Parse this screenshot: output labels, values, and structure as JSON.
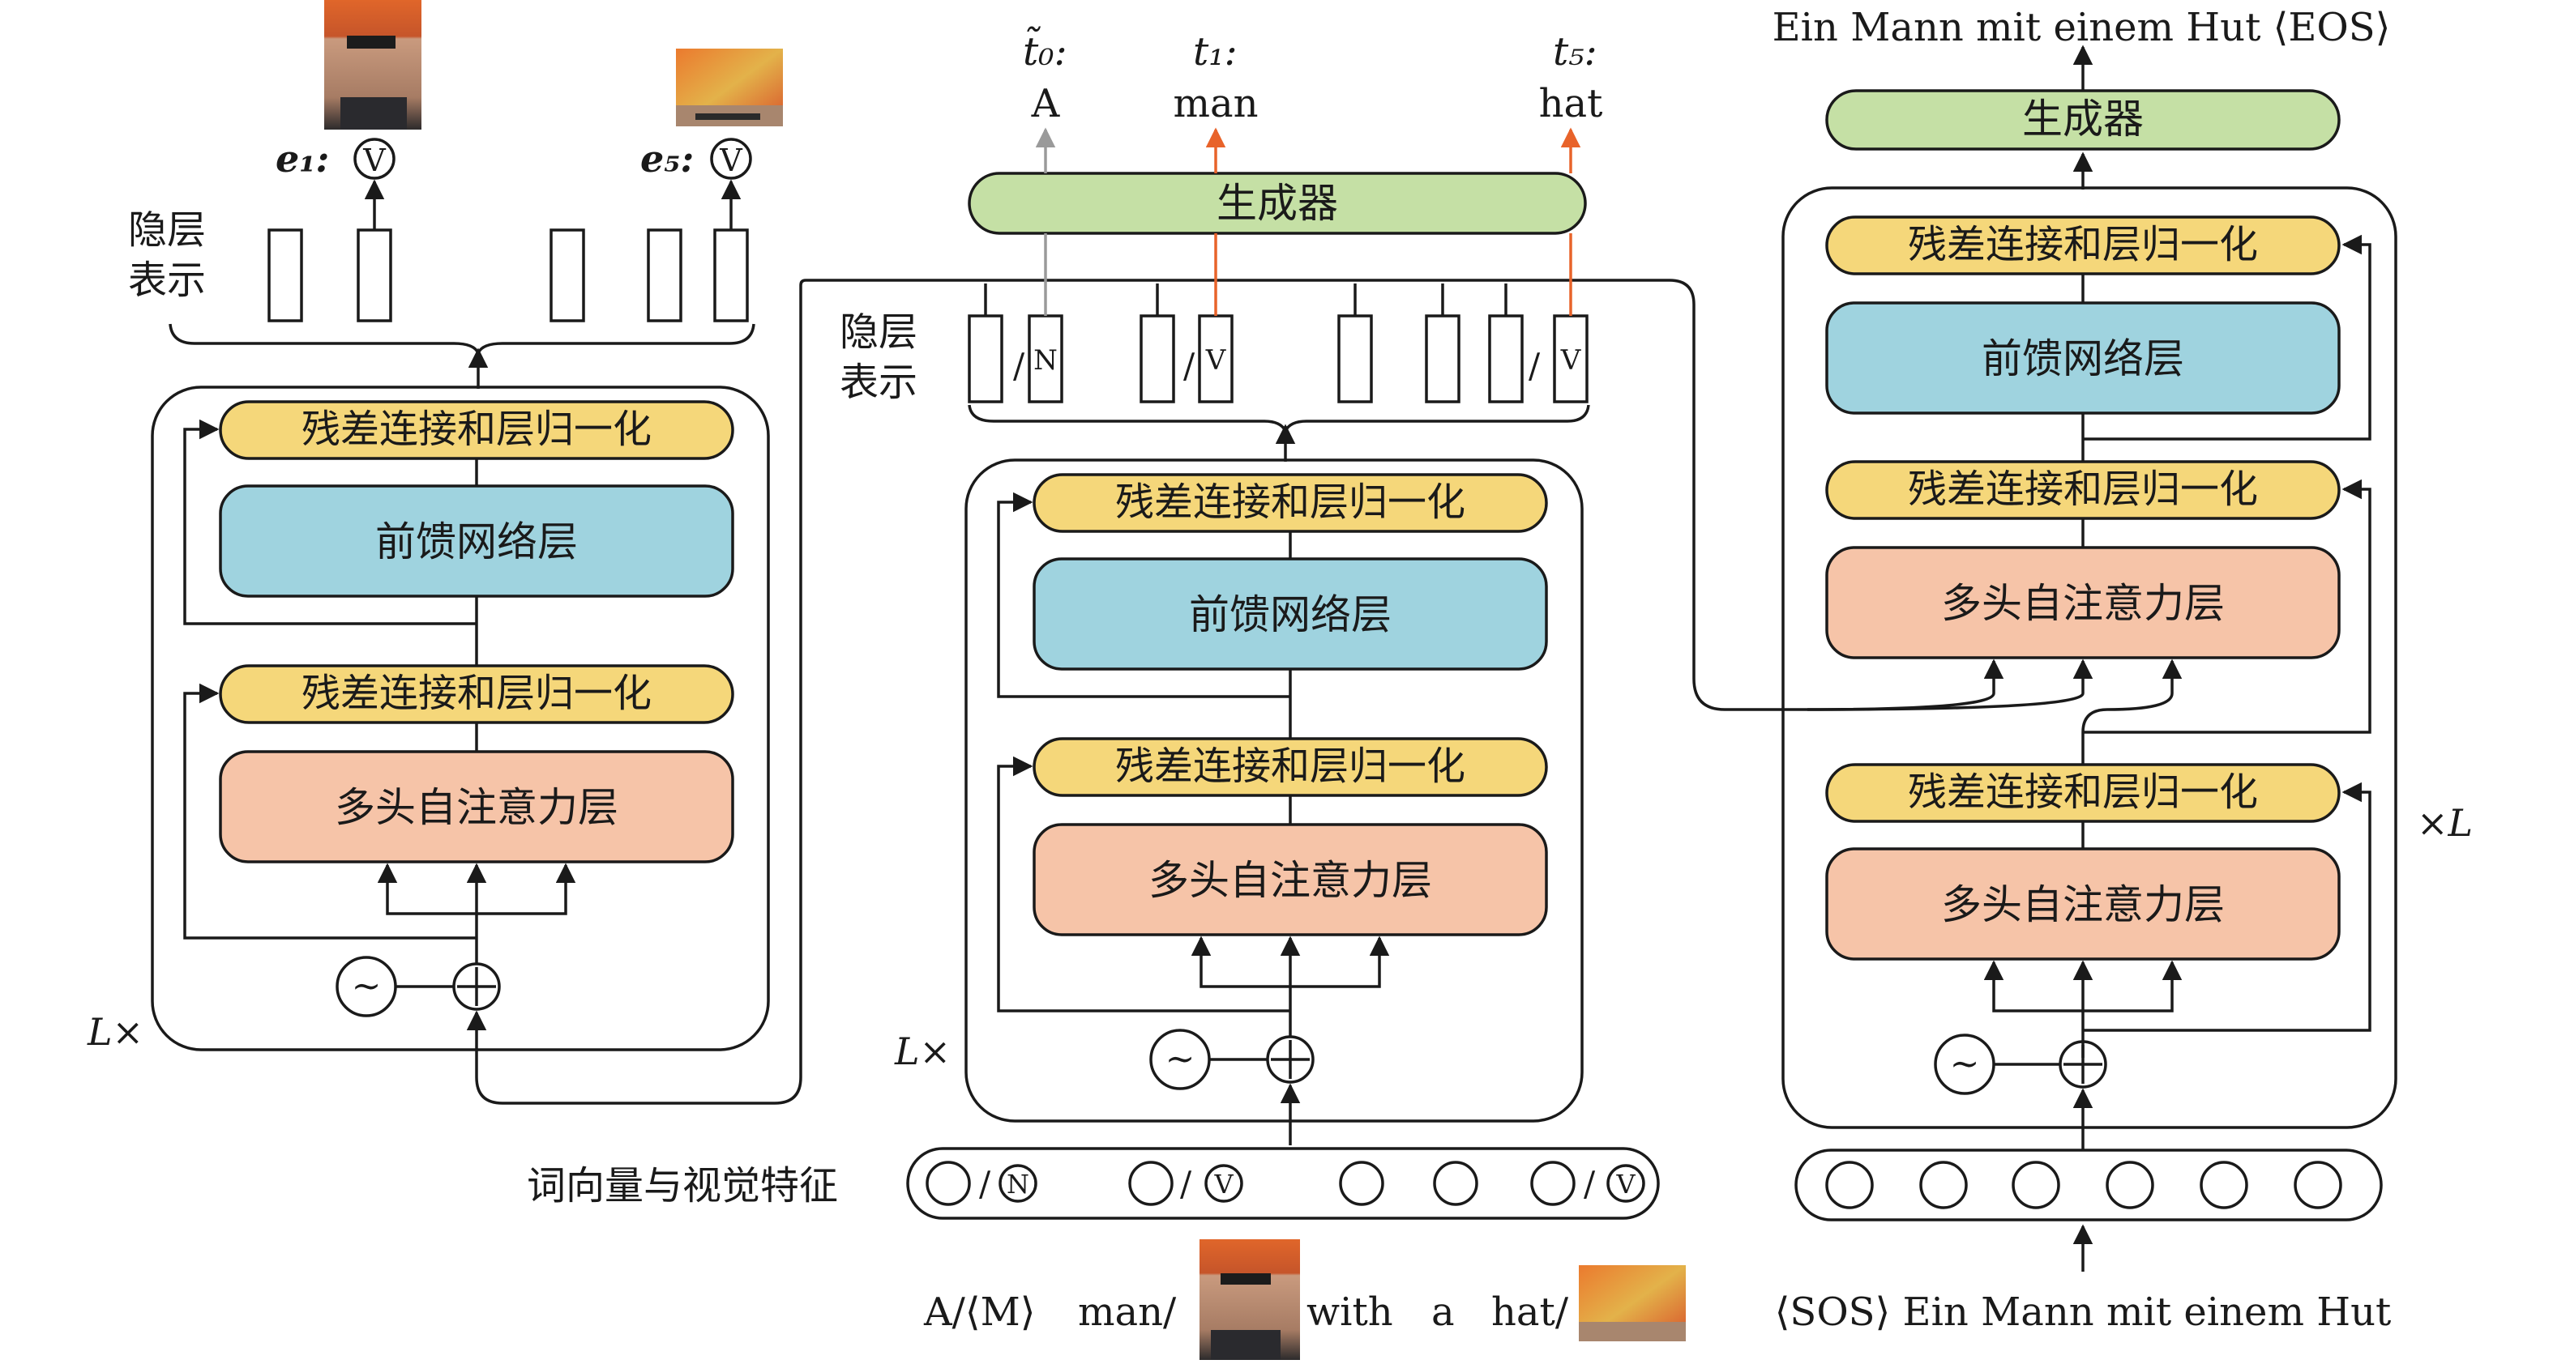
{
  "labels": {
    "norm": "残差连接和层归一化",
    "ffn": "前馈网络层",
    "attn": "多头自注意力层",
    "generator": "生成器",
    "hidden_line1": "隐层",
    "hidden_line2": "表示",
    "layers_left": "L×",
    "layers_right": "×L",
    "embed_label": "词向量与视觉特征",
    "tilde": "~",
    "plus": "+"
  },
  "left_encoder": {
    "e1_label": "e₁:",
    "e5_label": "e₅:",
    "v_symbol": "V"
  },
  "middle_encoder": {
    "outputs": [
      {
        "label": "t̃₀:",
        "word": "A"
      },
      {
        "label": "t₁:",
        "word": "man"
      },
      {
        "label": "t₅:",
        "word": "hat"
      }
    ],
    "slot_N": "N",
    "slot_V": "V",
    "embed_N": "N",
    "embed_V": "V",
    "input_tokens": [
      "A/⟨M⟩",
      "man/",
      "with",
      "a",
      "hat/"
    ]
  },
  "decoder": {
    "output_sentence": "Ein Mann mit einem Hut ⟨EOS⟩",
    "input_sentence": "⟨SOS⟩ Ein Mann mit einem Hut"
  },
  "colors": {
    "norm": "#f5d77a",
    "ffn": "#9fd3df",
    "attn": "#f6c4a8",
    "generator": "#c5e0a5",
    "orange_arrow": "#e8632a",
    "gray_arrow": "#9a9a9a"
  }
}
